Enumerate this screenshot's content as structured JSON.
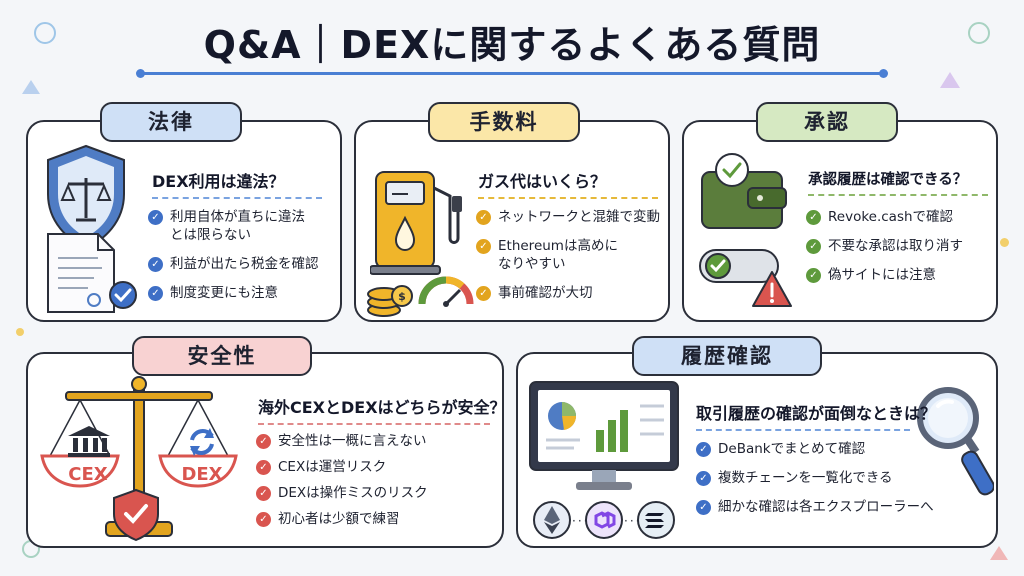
{
  "title": "Q&A｜DEXに関するよくある質問",
  "colors": {
    "blue": "#3e6fc6",
    "yellow": "#e2a41e",
    "green": "#5e9a3c",
    "red": "#d9554f"
  },
  "cards": {
    "law": {
      "label": "法律",
      "question": "DEX利用は違法？",
      "items": [
        "利用自体が直ちに違法\nとは限らない",
        "利益が出たら税金を確認",
        "制度変更にも注意"
      ]
    },
    "fees": {
      "label": "手数料",
      "question": "ガス代はいくら？",
      "items": [
        "ネットワークと混雑で変動",
        "Ethereumは高めに\nなりやすい",
        "事前確認が大切"
      ]
    },
    "approval": {
      "label": "承認",
      "question": "承認履歴は確認できる？",
      "items": [
        "Revoke.cashで確認",
        "不要な承認は取り消す",
        "偽サイトには注意"
      ]
    },
    "safety": {
      "label": "安全性",
      "question": "海外CEXとDEXはどちらが安全？",
      "items": [
        "安全性は一概に言えない",
        "CEXは運営リスク",
        "DEXは操作ミスのリスク",
        "初心者は少額で練習"
      ],
      "scale_left": "CEX",
      "scale_right": "DEX"
    },
    "history": {
      "label": "履歴確認",
      "question": "取引履歴の確認が面倒なときは？",
      "items": [
        "DeBankでまとめて確認",
        "複数チェーンを一覧化できる",
        "細かな確認は各エクスプローラーへ"
      ]
    }
  },
  "icons": {
    "law": [
      "shield-scale-icon",
      "document-icon",
      "check-badge-icon"
    ],
    "fees": [
      "gas-pump-icon",
      "coin-stack-icon",
      "gauge-icon"
    ],
    "approval": [
      "wallet-icon",
      "toggle-icon",
      "warning-icon"
    ],
    "safety": [
      "balance-scale-icon",
      "bank-icon",
      "refresh-icon",
      "shield-check-icon"
    ],
    "history": [
      "monitor-dashboard-icon",
      "magnifier-icon",
      "ethereum-icon",
      "polygon-icon",
      "solana-icon"
    ]
  }
}
